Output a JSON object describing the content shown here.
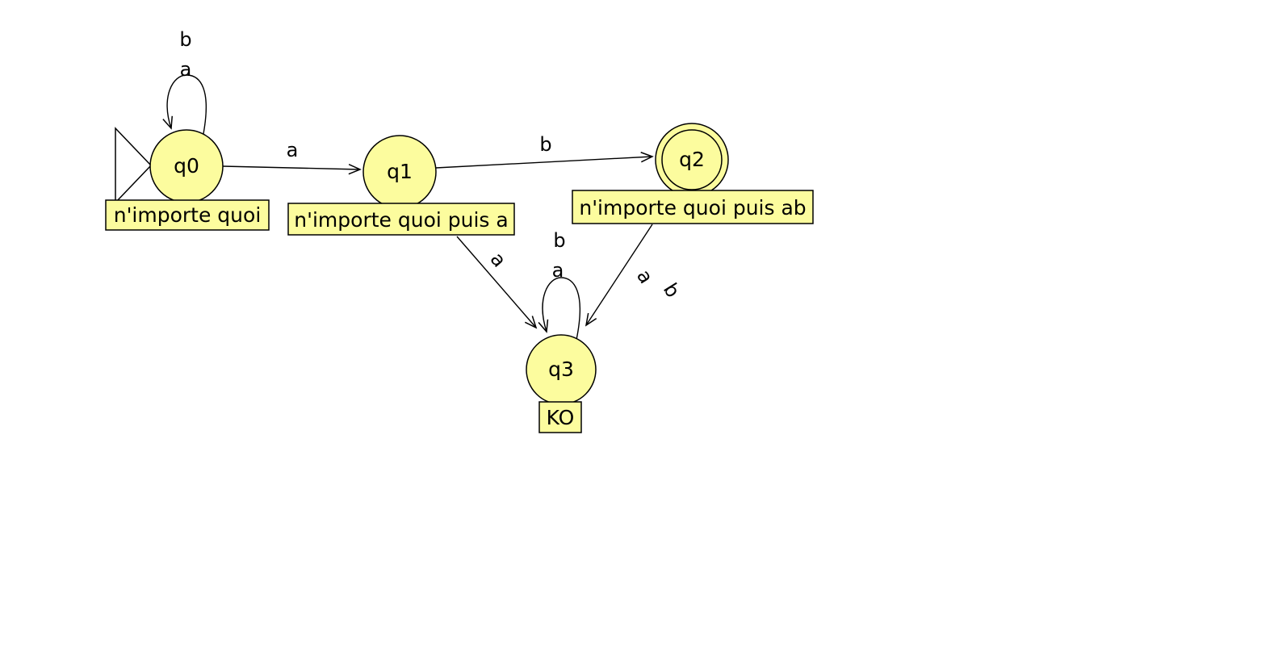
{
  "diagram": {
    "type": "finite-automaton",
    "colors": {
      "state_fill": "#FCFC9E",
      "stroke": "#000000",
      "background": "#FFFFFF"
    },
    "states": [
      {
        "id": "q0",
        "label": "q0",
        "annotation": "n'importe quoi",
        "initial": true,
        "accepting": false
      },
      {
        "id": "q1",
        "label": "q1",
        "annotation": "n'importe quoi puis a",
        "initial": false,
        "accepting": false
      },
      {
        "id": "q2",
        "label": "q2",
        "annotation": "n'importe quoi puis ab",
        "initial": false,
        "accepting": true
      },
      {
        "id": "q3",
        "label": "q3",
        "annotation": "KO",
        "initial": false,
        "accepting": false
      }
    ],
    "transitions": [
      {
        "from": "q0",
        "to": "q0",
        "labels": [
          "b",
          "a"
        ]
      },
      {
        "from": "q0",
        "to": "q1",
        "labels": [
          "a"
        ]
      },
      {
        "from": "q1",
        "to": "q2",
        "labels": [
          "b"
        ]
      },
      {
        "from": "q1",
        "to": "q3",
        "labels": [
          "a"
        ]
      },
      {
        "from": "q2",
        "to": "q3",
        "labels": [
          "a",
          "b"
        ]
      },
      {
        "from": "q3",
        "to": "q3",
        "labels": [
          "b",
          "a"
        ]
      }
    ]
  }
}
